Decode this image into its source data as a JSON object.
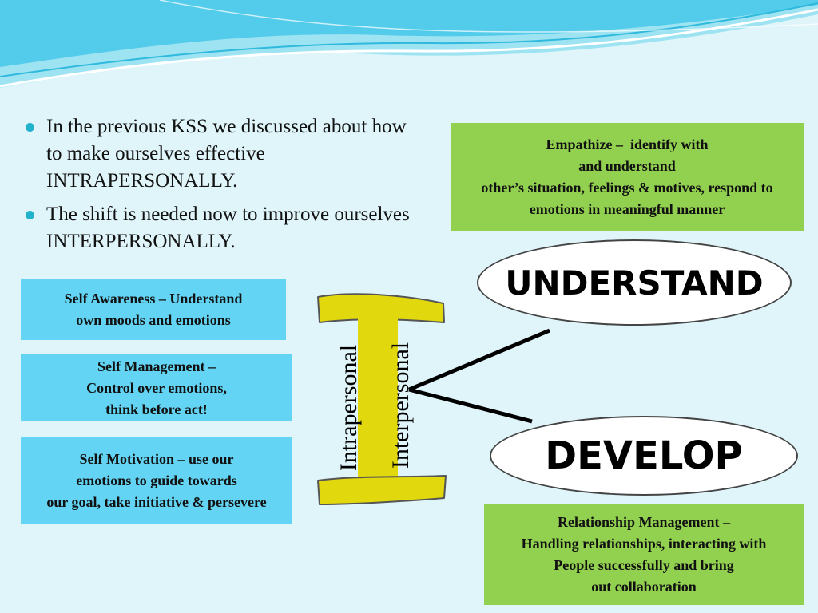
{
  "slide": {
    "bullets": [
      "In the previous KSS we discussed about how to make ourselves effective INTRAPERSONALLY.",
      "The shift is needed now to improve ourselves INTERPERSONALLY."
    ],
    "left_boxes": [
      "Self Awareness – Understand\nown moods and emotions",
      "Self Management –\nControl over emotions,\nthink before act!",
      "Self Motivation – use our\nemotions to guide towards\nour goal, take initiative & persevere"
    ],
    "empathize_box": "Empathize –  identify with\nand understand\nother’s situation, feelings & motives, respond to\nemotions in meaningful manner",
    "relationship_box": "Relationship Management –\nHandling relationships, interacting with\nPeople successfully and bring\nout collaboration",
    "understand_oval": "UNDERSTAND",
    "develop_oval": "DEVELOP",
    "vertical_left": "Intrapersonal",
    "vertical_right": "Interpersonal"
  },
  "colors": {
    "background": "#dff5fa",
    "wave": "#3cc3e6",
    "bullet": "#22b3cc",
    "blue_box": "#63d4f4",
    "green_box": "#92d050",
    "big_i": "#e2d80e"
  }
}
